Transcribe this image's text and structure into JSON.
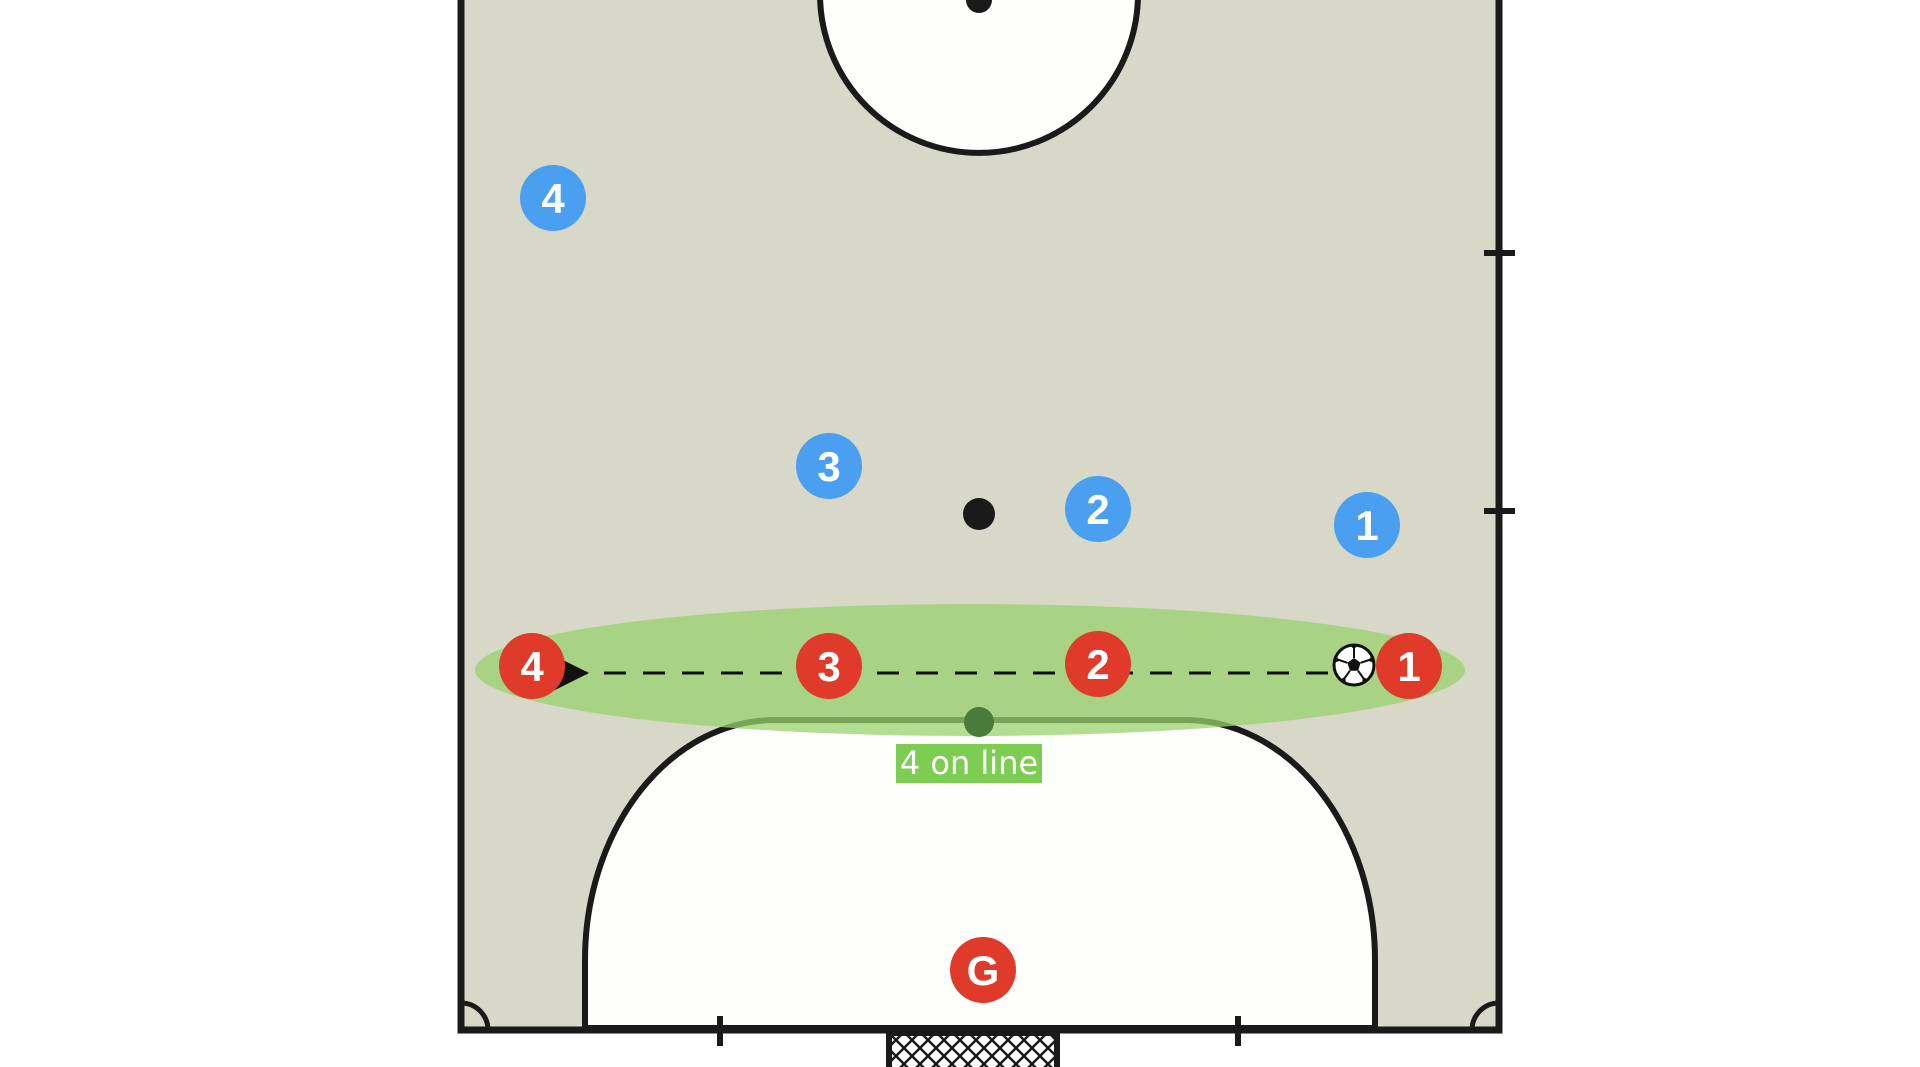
{
  "diagram": {
    "zone_label": "4 on line",
    "colors": {
      "court_fill": "#d8d8c8",
      "line": "#1a1a1a",
      "area_fill": "#fefefc",
      "attack_team": "#df3a2a",
      "defend_team": "#4a9ff0",
      "zone": "#9ad16e",
      "zone_label_bg": "#7ccd52",
      "line_marker": "#4a7b3a"
    },
    "attackers": [
      {
        "label": "1"
      },
      {
        "label": "2"
      },
      {
        "label": "3"
      },
      {
        "label": "4"
      }
    ],
    "defenders": [
      {
        "label": "1"
      },
      {
        "label": "2"
      },
      {
        "label": "3"
      },
      {
        "label": "4"
      }
    ],
    "goalkeeper": {
      "label": "G"
    },
    "ball_icon": "soccer-ball-icon",
    "pass_arrow": {
      "style": "dashed",
      "from": "1",
      "to": "4"
    }
  }
}
